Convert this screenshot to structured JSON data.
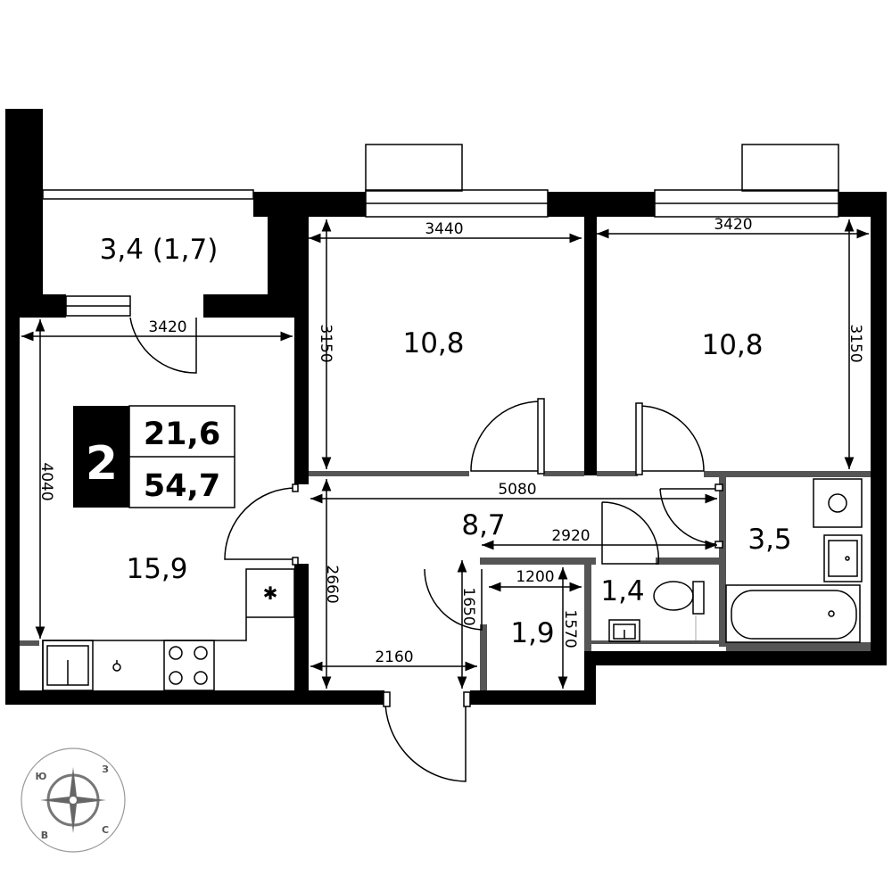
{
  "rooms": {
    "balcony": "3,4 (1,7)",
    "bedroom_left": "10,8",
    "bedroom_right": "10,8",
    "living_kitchen": "15,9",
    "hallway": "8,7",
    "bathroom": "3,5",
    "wc": "1,4",
    "closet": "1,9"
  },
  "dimensions": {
    "bedroom_left_width": "3440",
    "bedroom_right_width": "3420",
    "living_width": "3420",
    "bedroom_left_height": "3150",
    "bedroom_right_height": "3150",
    "living_height": "4040",
    "hallway_width": "5080",
    "hallway_height": "2660",
    "hallway_bottom": "2160",
    "corridor_width": "2920",
    "closet_width": "1200",
    "closet_door_height": "1650",
    "closet_height": "1570"
  },
  "badge": {
    "rooms_count": "2",
    "living_area": "21,6",
    "total_area": "54,7"
  },
  "compass": {
    "north_letter": "Ю",
    "east_letter": "З",
    "south_letter": "С",
    "west_letter": "В"
  }
}
